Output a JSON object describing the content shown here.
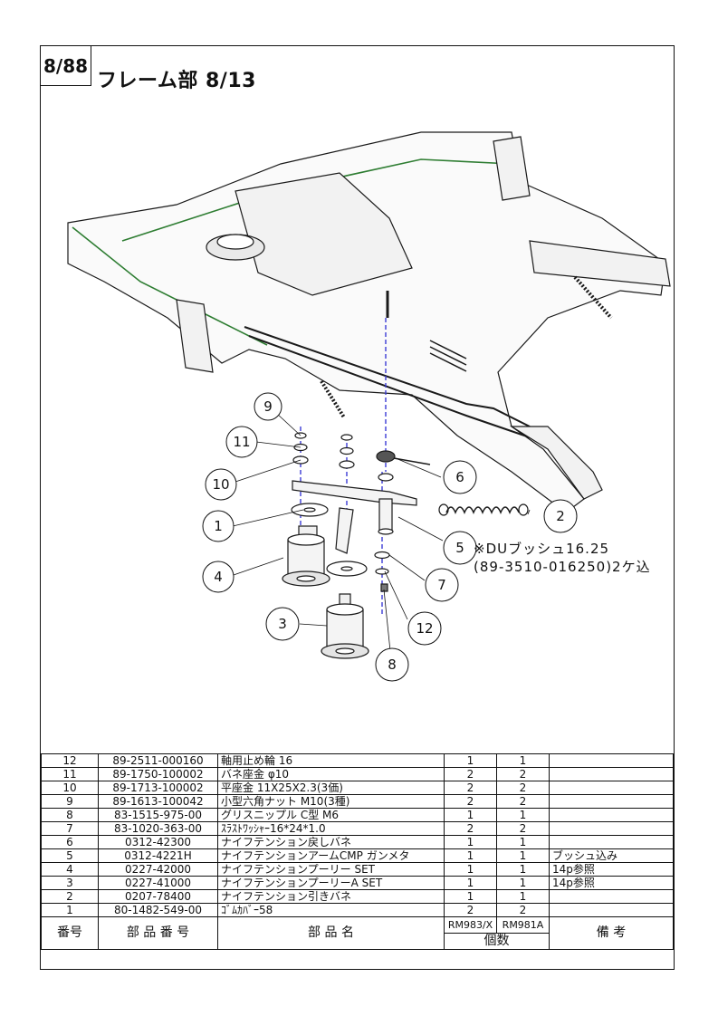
{
  "page_no": "8/88",
  "title": "フレーム部  8/13",
  "note_lines": [
    "※DUブッシュ16.25",
    "(89-3510-016250)2ケ込"
  ],
  "callouts": [
    "9",
    "11",
    "10",
    "1",
    "4",
    "3",
    "6",
    "2",
    "5",
    "7",
    "12",
    "8"
  ],
  "table": {
    "header": {
      "no": "番号",
      "part_number": "部  品  番  号",
      "part_name": "部  品  名",
      "model_a": "RM983/X",
      "model_b": "RM981A",
      "qty": "個数",
      "remarks": "備     考"
    },
    "rows": [
      {
        "no": "12",
        "part_number": "89-2511-000160",
        "name": "軸用止め輪  16",
        "qty_a": "1",
        "qty_b": "1",
        "remarks": ""
      },
      {
        "no": "11",
        "part_number": "89-1750-100002",
        "name": "バネ座金  φ10",
        "qty_a": "2",
        "qty_b": "2",
        "remarks": ""
      },
      {
        "no": "10",
        "part_number": "89-1713-100002",
        "name": "平座金  11X25X2.3(3価)",
        "qty_a": "2",
        "qty_b": "2",
        "remarks": ""
      },
      {
        "no": "9",
        "part_number": "89-1613-100042",
        "name": "小型六角ナット  M10(3種)",
        "qty_a": "2",
        "qty_b": "2",
        "remarks": ""
      },
      {
        "no": "8",
        "part_number": "83-1515-975-00",
        "name": "グリスニップル  C型  M6",
        "qty_a": "1",
        "qty_b": "1",
        "remarks": ""
      },
      {
        "no": "7",
        "part_number": "83-1020-363-00",
        "name": "ｽﾗｽﾄﾜｯｼｬｰ16*24*1.0",
        "qty_a": "2",
        "qty_b": "2",
        "remarks": ""
      },
      {
        "no": "6",
        "part_number": "0312-42300",
        "name": "ナイフテンション戻しバネ",
        "qty_a": "1",
        "qty_b": "1",
        "remarks": ""
      },
      {
        "no": "5",
        "part_number": "0312-4221H",
        "name": "ナイフテンションアームCMP  ガンメタ",
        "qty_a": "1",
        "qty_b": "1",
        "remarks": "ブッシュ込み"
      },
      {
        "no": "4",
        "part_number": "0227-42000",
        "name": "ナイフテンションプーリー  SET",
        "qty_a": "1",
        "qty_b": "1",
        "remarks": "14p参照"
      },
      {
        "no": "3",
        "part_number": "0227-41000",
        "name": "ナイフテンションプーリーA  SET",
        "qty_a": "1",
        "qty_b": "1",
        "remarks": "14p参照"
      },
      {
        "no": "2",
        "part_number": "0207-78400",
        "name": "ナイフテンション引きバネ",
        "qty_a": "1",
        "qty_b": "1",
        "remarks": ""
      },
      {
        "no": "1",
        "part_number": "80-1482-549-00",
        "name": "ｺﾞﾑｶﾊﾞｰ58",
        "qty_a": "2",
        "qty_b": "2",
        "remarks": ""
      }
    ]
  },
  "colors": {
    "frame_line": "#1a1a1a",
    "outline_green": "#2e7d32"
  }
}
